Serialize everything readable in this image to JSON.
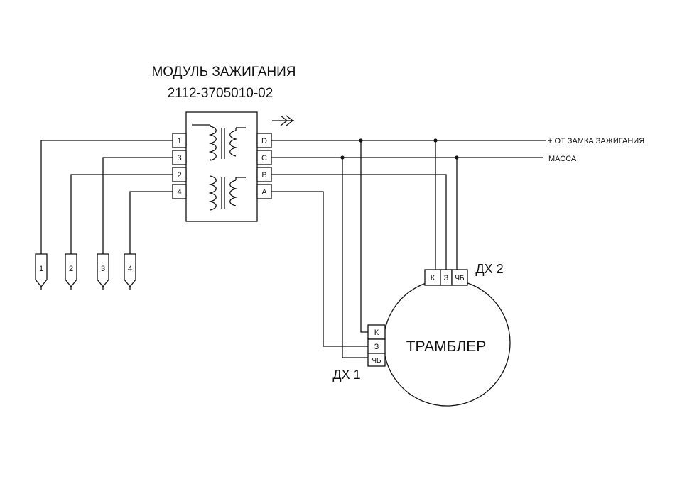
{
  "module": {
    "title": "МОДУЛЬ ЗАЖИГАНИЯ",
    "part_number": "2112-3705010-02",
    "left_pins": [
      "1",
      "3",
      "2",
      "4"
    ],
    "right_pins": [
      "D",
      "C",
      "B",
      "A"
    ]
  },
  "supply": {
    "plus_label": "+ ОТ ЗАМКА ЗАЖИГАНИЯ",
    "ground_label": "МАССА"
  },
  "plugs": [
    "1",
    "2",
    "3",
    "4"
  ],
  "distributor": {
    "label": "ТРАМБЛЕР",
    "sensor1": {
      "name": "ДХ 1",
      "pins": [
        "К",
        "З",
        "ЧБ"
      ]
    },
    "sensor2": {
      "name": "ДХ 2",
      "pins": [
        "К",
        "З",
        "ЧБ"
      ]
    }
  }
}
